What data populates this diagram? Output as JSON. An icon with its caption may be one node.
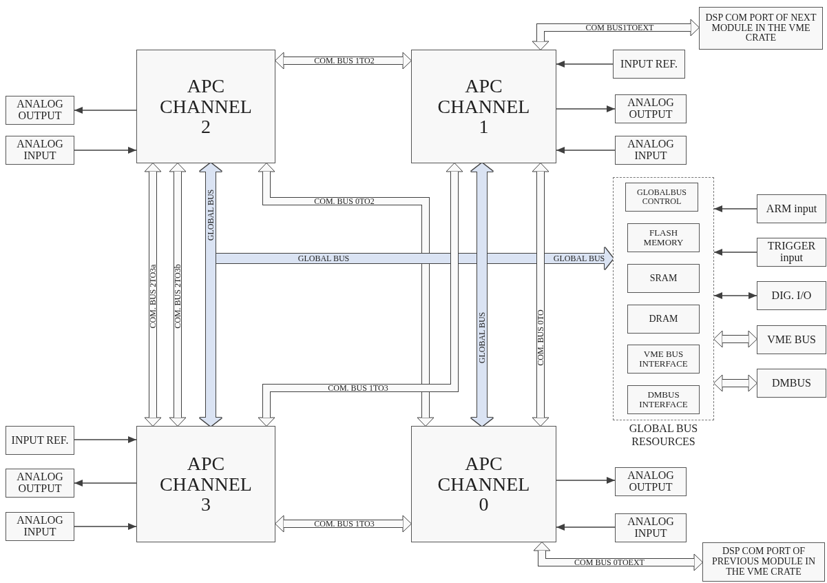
{
  "diagram": {
    "nodes": [
      {
        "text": [
          "APC CHANNEL 2"
        ]
      },
      {
        "text": [
          "APC CHANNEL 1"
        ]
      },
      {
        "text": [
          "DSP COM PORT OF NEXT MODULE IN THE VME CRATE"
        ]
      },
      {
        "text": [
          "INPUT REF."
        ]
      },
      {
        "text": [
          "ANALOG OUTPUT"
        ]
      },
      {
        "text": [
          "ANALOG INPUT"
        ]
      },
      {
        "text": [
          "ANALOG OUTPUT"
        ]
      },
      {
        "text": [
          "ANALOG INPUT"
        ]
      },
      {
        "text": [
          "GLOBAL BUS RESOURCES"
        ]
      },
      {
        "text": [
          "GLOBALBUS CONTROL"
        ],
        "in": 8
      },
      {
        "text": [
          "FLASH MEMORY"
        ],
        "in": 8
      },
      {
        "text": [
          "SRAM"
        ],
        "in": 8
      },
      {
        "text": [
          "DRAM"
        ],
        "in": 8
      },
      {
        "text": [
          "VME BUS INTERFACE"
        ],
        "in": 8
      },
      {
        "text": [
          "DMBUS INTERFACE"
        ],
        "in": 8
      },
      {
        "text": [
          "ARM input"
        ]
      },
      {
        "text": [
          "TRIGGER input"
        ]
      },
      {
        "text": [
          "DIG. I/O"
        ]
      },
      {
        "text": [
          "VME BUS"
        ]
      },
      {
        "text": [
          "DMBUS"
        ]
      },
      {
        "text": [
          "INPUT REF."
        ]
      },
      {
        "text": [
          "APC CHANNEL 3"
        ]
      },
      {
        "text": [
          "APC CHANNEL 0"
        ]
      },
      {
        "text": [
          "ANALOG OUTPUT"
        ]
      },
      {
        "text": [
          "ANALOG INPUT"
        ]
      },
      {
        "text": [
          "ANALOG OUTPUT"
        ]
      },
      {
        "text": [
          "ANALOG INPUT"
        ]
      },
      {
        "text": [
          "DSP COM PORT OF PREVIOUS MODULE IN THE VME CRATE"
        ]
      }
    ],
    "edges": [
      {
        "from": 0,
        "to": 1,
        "arrow": "both",
        "label": "COM. BUS 1TO2"
      },
      {
        "from": 1,
        "to": 2,
        "arrow": "both",
        "label": "COM BUS1TOEXT"
      },
      {
        "from": 3,
        "to": 1,
        "arrow": "to"
      },
      {
        "from": 0,
        "to": 4,
        "arrow": "to"
      },
      {
        "from": 5,
        "to": 0,
        "arrow": "to"
      },
      {
        "from": 1,
        "to": 6,
        "arrow": "to"
      },
      {
        "from": 7,
        "to": 1,
        "arrow": "to"
      },
      {
        "from": 0,
        "to": 21,
        "arrow": "both",
        "label": "COM. BUS 2TO3a"
      },
      {
        "from": 0,
        "to": 21,
        "arrow": "both",
        "label": "COM. BUS 2TO3b"
      },
      {
        "from": 0,
        "to": 21,
        "arrow": "both",
        "label": "GLOBAL BUS",
        "color": "#dae3f3"
      },
      {
        "from": 0,
        "to": 22,
        "arrow": "both",
        "label": "COM. BUS 0TO2"
      },
      {
        "from": null,
        "to": 8,
        "arrow": "to",
        "label": "GLOBAL BUS",
        "color": "#dae3f3"
      },
      {
        "from": 1,
        "to": 22,
        "arrow": "both",
        "label": "GLOBAL BUS",
        "color": "#dae3f3"
      },
      {
        "from": 1,
        "to": 22,
        "arrow": "both",
        "label": "COM. BUS 0TO"
      },
      {
        "from": 1,
        "to": 21,
        "arrow": "both",
        "label": "COM. BUS 1TO3"
      },
      {
        "from": 15,
        "to": 8,
        "arrow": "to"
      },
      {
        "from": 16,
        "to": 8,
        "arrow": "to"
      },
      {
        "from": 8,
        "to": 17,
        "arrow": "both"
      },
      {
        "from": 8,
        "to": 18,
        "arrow": "both"
      },
      {
        "from": 8,
        "to": 19,
        "arrow": "both"
      },
      {
        "from": 20,
        "to": 21,
        "arrow": "to"
      },
      {
        "from": 21,
        "to": 23,
        "arrow": "to"
      },
      {
        "from": 24,
        "to": 21,
        "arrow": "to"
      },
      {
        "from": 21,
        "to": 22,
        "arrow": "both",
        "label": "COM. BUS 1TO3"
      },
      {
        "from": 22,
        "to": 25,
        "arrow": "to"
      },
      {
        "from": 26,
        "to": 22,
        "arrow": "to"
      },
      {
        "from": 22,
        "to": 27,
        "arrow": "both",
        "label": "COM BUS 0TOEXT"
      }
    ],
    "labels": [
      "GLOBAL BUS"
    ]
  }
}
